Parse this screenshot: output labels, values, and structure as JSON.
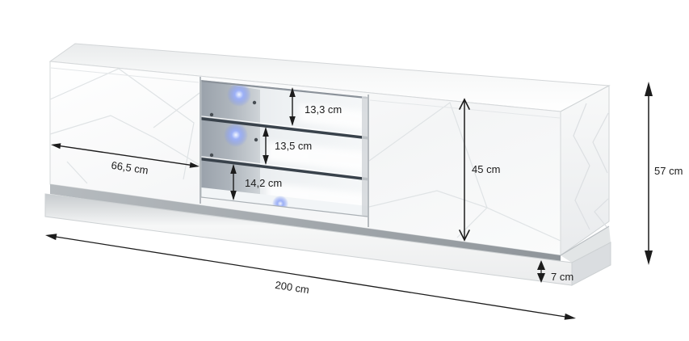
{
  "diagram": {
    "subject": "TV cabinet dimensional drawing",
    "unit": "cm",
    "dimensions": {
      "left_door_width": "66,5 cm",
      "shelf_gap_top": "13,3 cm",
      "shelf_gap_middle": "13,5 cm",
      "shelf_gap_bottom": "14,2 cm",
      "front_height": "45 cm",
      "total_height": "57 cm",
      "total_width": "200 cm",
      "plinth_height": "7 cm"
    },
    "features": {
      "glass_shelves": 2,
      "led_lights": 3
    },
    "colors": {
      "annotation": "#1c1c1c",
      "body_white": "#ffffff",
      "led_blue": "#7a93f5",
      "shelf_glass": "#39424b"
    }
  }
}
